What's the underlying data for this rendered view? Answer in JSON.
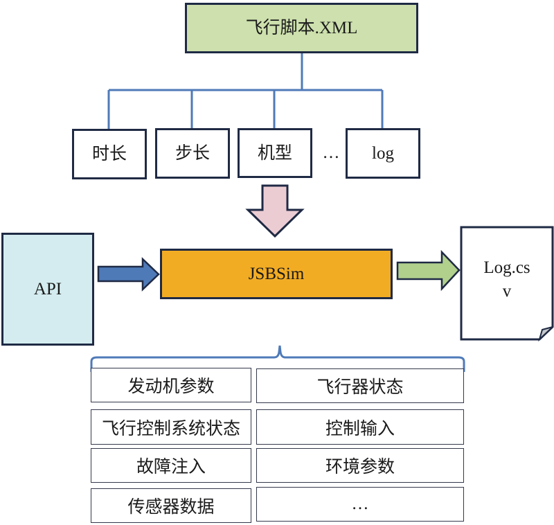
{
  "colors": {
    "outline": "#1f2a44",
    "connector": "#4f7ab8",
    "script_fill": "#cde0ad",
    "api_fill": "#d4ecef",
    "engine_fill": "#f2ac24",
    "down_arrow_fill": "#ecccd3",
    "input_arrow_fill": "#4f7ab8",
    "output_arrow_fill": "#b1d08c",
    "doc_corner_fill": "#c4c8cc"
  },
  "script": {
    "label": "飞行脚本.XML",
    "params": [
      {
        "label": "时长"
      },
      {
        "label": "步长"
      },
      {
        "label": "机型"
      },
      {
        "label": "…"
      },
      {
        "label": "log"
      }
    ]
  },
  "api": {
    "label": "API"
  },
  "engine": {
    "label": "JSBSim"
  },
  "output": {
    "line1": "Log.cs",
    "line2": "v"
  },
  "outputs_grid": {
    "left": [
      "发动机参数",
      "飞行控制系统状态",
      "故障注入",
      "传感器数据"
    ],
    "right": [
      "飞行器状态",
      "控制输入",
      "环境参数",
      "…"
    ]
  }
}
